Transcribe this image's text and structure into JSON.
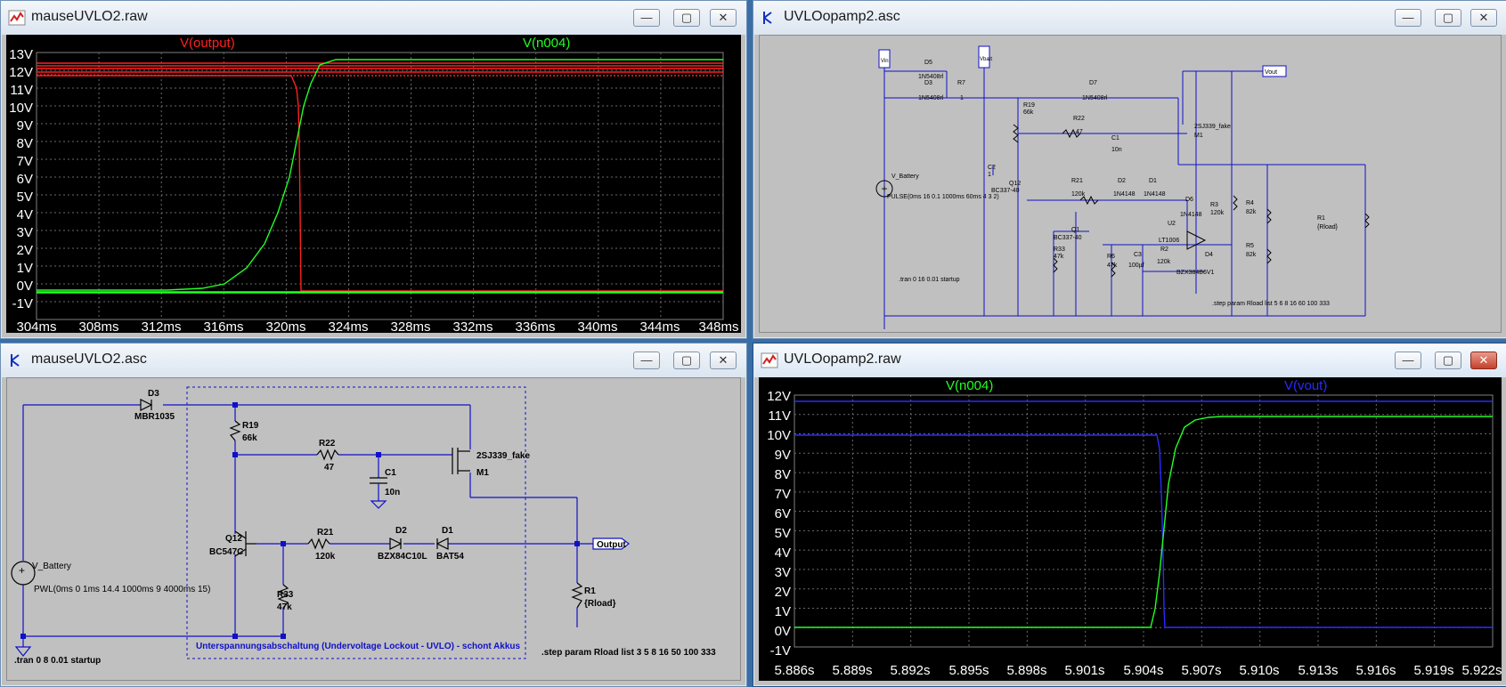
{
  "windows": {
    "w1": {
      "title": "mauseUVLO2.raw",
      "trace1": "V(output)",
      "trace2": "V(n004)",
      "yticks": [
        "13V",
        "12V",
        "11V",
        "10V",
        "9V",
        "8V",
        "7V",
        "6V",
        "5V",
        "4V",
        "3V",
        "2V",
        "1V",
        "0V",
        "-1V"
      ],
      "xticks": [
        "304ms",
        "308ms",
        "312ms",
        "316ms",
        "320ms",
        "324ms",
        "328ms",
        "332ms",
        "336ms",
        "340ms",
        "344ms",
        "348ms"
      ]
    },
    "w2": {
      "title": "UVLOopamp2.asc",
      "labels": {
        "vin": "Vin",
        "vbatt": "Vbatt",
        "vout": "Vout",
        "d5": "D5",
        "d5v": "1N5408rl",
        "d3": "D3",
        "d3v": "1N5408rl",
        "r7": "R7",
        "r7v": "1",
        "d7": "D7",
        "d7v": "1N5408rl",
        "r19": "R19",
        "r19v": "66k",
        "r22": "R22",
        "r22v": "47",
        "c1": "C1",
        "c1v": "10n",
        "m1": "M1",
        "m1v": "2SJ339_fake",
        "c2": "C2",
        "c2v": "1",
        "vbat": "V_Battery",
        "pulse": "PULSE(0ms 16 0.1 1000ms 60ms 4 3 2)",
        "q12": "Q12",
        "q12v": "BC337-40",
        "r21": "R21",
        "r21v": "120k",
        "d2": "D2",
        "d2v": "1N4148",
        "d1": "D1",
        "d1v": "1N4148",
        "d6": "D6",
        "d6v": "1N4148",
        "r3": "R3",
        "r3v": "120k",
        "r4": "R4",
        "r4v": "82k",
        "r1": "R1",
        "r1v": "{Rload}",
        "q1": "Q1",
        "q1v": "BC337-40",
        "u2": "U2",
        "u2v": "LT1006",
        "r33": "R33",
        "r33v": "47k",
        "r6": "R6",
        "r6v": "47k",
        "c3": "C3",
        "c3v": "100µf",
        "r2": "R2",
        "r2v": "120k",
        "d4": "D4",
        "d4v": "BZX384B6V1",
        "r5": "R5",
        "r5v": "82k",
        "tran": ".tran 0 16 0.01 startup",
        "step": ".step param Rload list 5 6 8 16 60 100 333"
      }
    },
    "w3": {
      "title": "mauseUVLO2.asc",
      "labels": {
        "d3": "D3",
        "d3v": "MBR1035",
        "r19": "R19",
        "r19v": "66k",
        "r22": "R22",
        "r22v": "47",
        "c1": "C1",
        "c1v": "10n",
        "m1v": "2SJ339_fake",
        "m1": "M1",
        "q12": "Q12",
        "q12v": "BC547C",
        "r21": "R21",
        "r21v": "120k",
        "d2": "D2",
        "d2v": "BZX84C10L",
        "d1": "D1",
        "d1v": "BAT54",
        "output": "Output",
        "vbat": "V_Battery",
        "pwl": "PWL(0ms 0 1ms 14.4 1000ms 9 4000ms 15)",
        "r33": "R33",
        "r33v": "47k",
        "r1": "R1",
        "r1v": "{Rload}",
        "note": "Unterspannungsabschaltung (Undervoltage Lockout - UVLO) - schont Akkus",
        "tran": ".tran 0 8 0.01 startup",
        "step": ".step param Rload list 3 5 8 16 50 100 333"
      }
    },
    "w4": {
      "title": "UVLOopamp2.raw",
      "trace1": "V(n004)",
      "trace2": "V(vout)",
      "yticks": [
        "12V",
        "11V",
        "10V",
        "9V",
        "8V",
        "7V",
        "6V",
        "5V",
        "4V",
        "3V",
        "2V",
        "1V",
        "0V",
        "-1V"
      ],
      "xticks": [
        "5.886s",
        "5.889s",
        "5.892s",
        "5.895s",
        "5.898s",
        "5.901s",
        "5.904s",
        "5.907s",
        "5.910s",
        "5.913s",
        "5.916s",
        "5.919s",
        "5.922s"
      ]
    }
  },
  "buttons": {
    "min": "—",
    "max": "▢",
    "close": "✕"
  },
  "colors": {
    "red": "#ff2020",
    "green": "#22ff22",
    "blue": "#2a2aff",
    "wire": "#1010c8",
    "grid": "#6a6a6a"
  }
}
